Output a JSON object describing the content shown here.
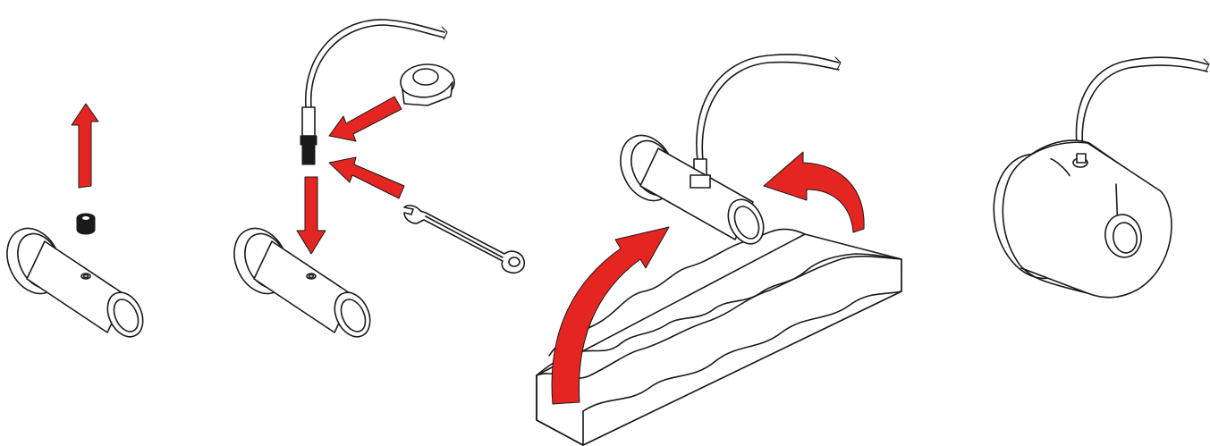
{
  "figure": {
    "panels": [
      {
        "id": "step-1",
        "description_icon": "remove-set-screw"
      },
      {
        "id": "step-2",
        "description_icon": "attach-cable-to-mounting-pin"
      },
      {
        "id": "step-3",
        "description_icon": "insert-pin-into-pipe-insulation"
      },
      {
        "id": "step-4",
        "description_icon": "installed-sensor-housing"
      }
    ]
  },
  "colors": {
    "arrow": "#e52521",
    "line": "#1a1a1a",
    "background": "#ffffff"
  }
}
